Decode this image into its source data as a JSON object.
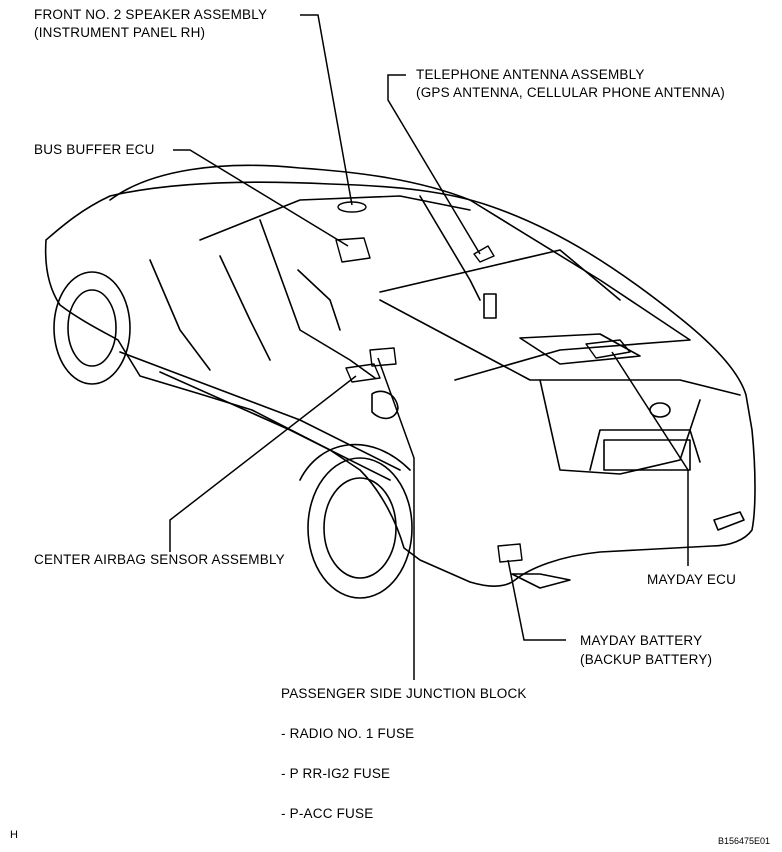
{
  "labels": {
    "front_speaker_line1": "FRONT NO. 2 SPEAKER ASSEMBLY",
    "front_speaker_line2": "(INSTRUMENT PANEL RH)",
    "telephone_antenna_line1": "TELEPHONE ANTENNA ASSEMBLY",
    "telephone_antenna_line2": "(GPS ANTENNA, CELLULAR PHONE ANTENNA)",
    "bus_buffer_ecu": "BUS BUFFER ECU",
    "center_airbag_sensor": "CENTER AIRBAG SENSOR ASSEMBLY",
    "mayday_ecu": "MAYDAY ECU",
    "mayday_battery_line1": "MAYDAY BATTERY",
    "mayday_battery_line2": "(BACKUP BATTERY)",
    "passenger_junction_block": "PASSENGER SIDE JUNCTION BLOCK",
    "fuse_radio": "- RADIO NO. 1 FUSE",
    "fuse_prr": "- P RR-IG2 FUSE",
    "fuse_pacc": "- P-ACC FUSE"
  },
  "corner_mark": "H",
  "figure_code": "B156475E01"
}
